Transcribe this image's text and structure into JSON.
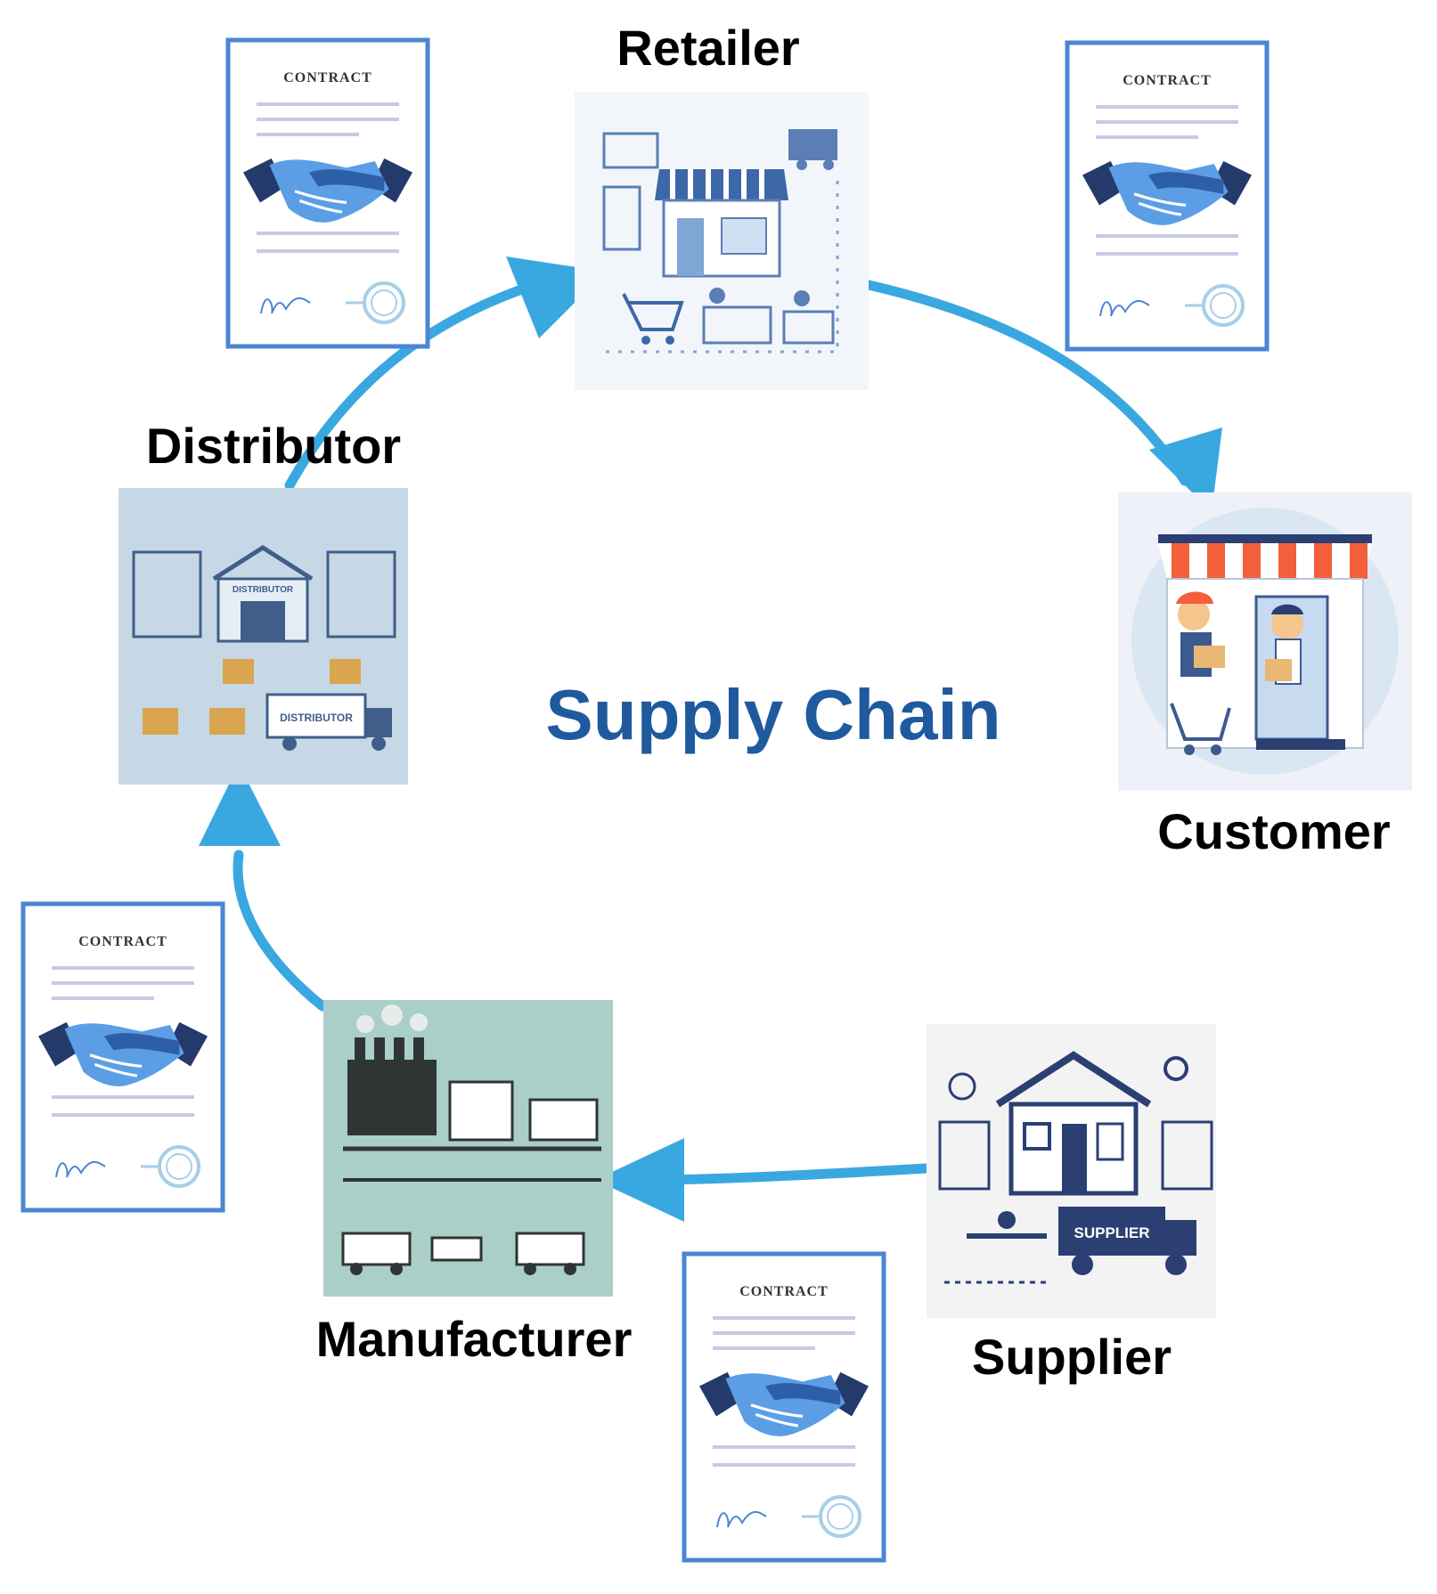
{
  "title": "Supply Chain",
  "colors": {
    "title": "#1f5a9e",
    "arrow": "#3aa8e0",
    "contract_border": "#4a86d4",
    "navy": "#243a6b",
    "light_blue": "#5b9ee6"
  },
  "nodes": {
    "retailer": {
      "label": "Retailer",
      "icon": "retail-store-icon"
    },
    "customer": {
      "label": "Customer",
      "icon": "customer-storefront-icon"
    },
    "supplier": {
      "label": "Supplier",
      "icon": "supplier-warehouse-icon",
      "badge": "SUPPLIER"
    },
    "manufacturer": {
      "label": "Manufacturer",
      "icon": "factory-icon"
    },
    "distributor": {
      "label": "Distributor",
      "icon": "distribution-center-icon",
      "badge": "DISTRIBUTOR",
      "truck_text": "DISTRIBUTOR"
    }
  },
  "contracts": {
    "heading": "CONTRACT",
    "icon": "handshake-contract-icon"
  }
}
